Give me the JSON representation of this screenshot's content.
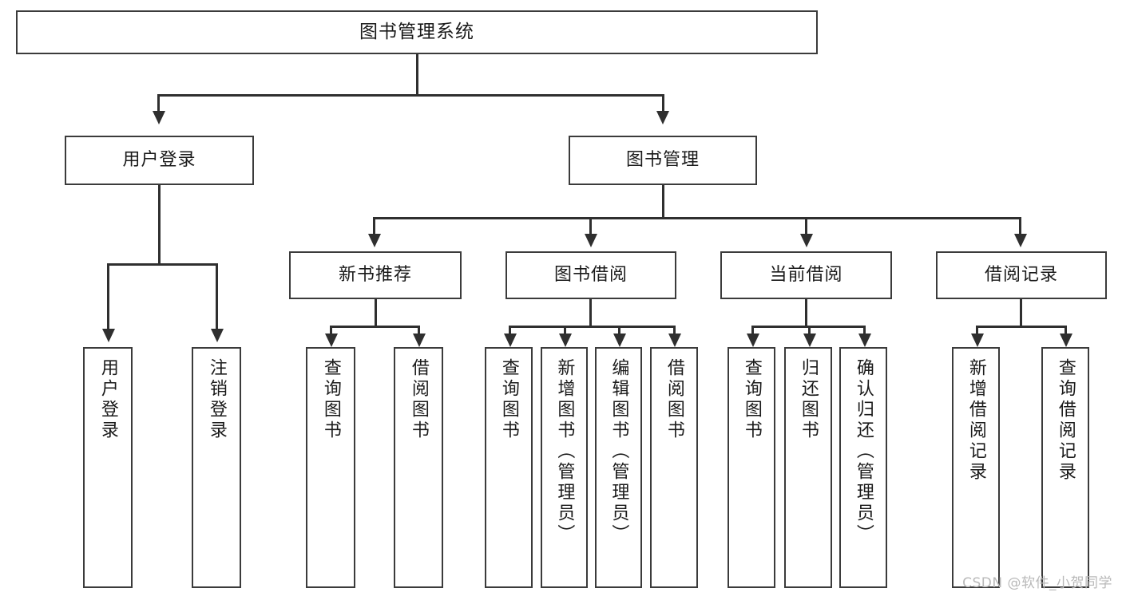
{
  "diagram": {
    "type": "tree",
    "title": "图书管理系统",
    "orientation": "top-down",
    "levels": 4,
    "edge_style": "orthogonal-arrow",
    "colors": {
      "box_border": "#3b3b3b",
      "box_fill": "#ffffff",
      "line": "#2f2f2f",
      "text": "#1a1a1a",
      "watermark": "#b9b9b9",
      "background": "#ffffff"
    }
  },
  "root": {
    "label": "图书管理系统"
  },
  "level2": [
    {
      "id": "user-login",
      "label": "用户登录"
    },
    {
      "id": "book-manage",
      "label": "图书管理"
    }
  ],
  "level3": [
    {
      "id": "new-book-rec",
      "label": "新书推荐",
      "parent": "book-manage"
    },
    {
      "id": "book-borrow",
      "label": "图书借阅",
      "parent": "book-manage"
    },
    {
      "id": "current-borrow",
      "label": "当前借阅",
      "parent": "book-manage"
    },
    {
      "id": "borrow-record",
      "label": "借阅记录",
      "parent": "book-manage"
    }
  ],
  "leaves": {
    "user_login": [
      {
        "id": "leaf-user-login",
        "label": "用户登录"
      },
      {
        "id": "leaf-logout",
        "label": "注销登录"
      }
    ],
    "new_book_rec": [
      {
        "id": "leaf-query-book-1",
        "label": "查询图书"
      },
      {
        "id": "leaf-borrow-book-1",
        "label": "借阅图书"
      }
    ],
    "book_borrow": [
      {
        "id": "leaf-query-book-2",
        "label": "查询图书"
      },
      {
        "id": "leaf-add-book",
        "label": "新增图书（管理员）"
      },
      {
        "id": "leaf-edit-book",
        "label": "编辑图书（管理员）"
      },
      {
        "id": "leaf-borrow-book-2",
        "label": "借阅图书"
      }
    ],
    "current_borrow": [
      {
        "id": "leaf-query-book-3",
        "label": "查询图书"
      },
      {
        "id": "leaf-return-book",
        "label": "归还图书"
      },
      {
        "id": "leaf-confirm-return",
        "label": "确认归还（管理员）"
      }
    ],
    "borrow_record": [
      {
        "id": "leaf-add-record",
        "label": "新增借阅记录"
      },
      {
        "id": "leaf-query-record",
        "label": "查询借阅记录"
      }
    ]
  },
  "watermark": {
    "text": "CSDN @软件_小贺同学"
  }
}
